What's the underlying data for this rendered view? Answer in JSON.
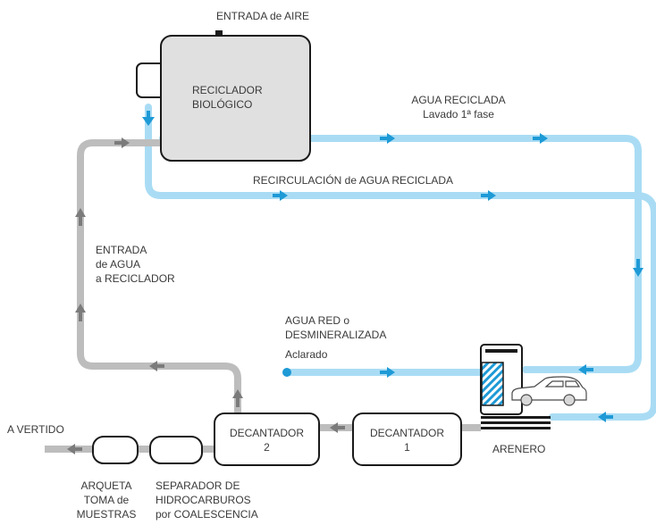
{
  "colors": {
    "water": "#a9dcf4",
    "arrow_blue": "#1e9ad6",
    "gray_pipe": "#bdbdbd",
    "arrow_gray": "#7b7b7b",
    "box_fill": "#e0e0e0",
    "outline": "#1a1a1a",
    "text": "#3a3a3a"
  },
  "labels": {
    "air_inlet": "ENTRADA de AIRE",
    "recycler": [
      "RECICLADOR",
      "BIOLÓGICO"
    ],
    "recycled_water": [
      "AGUA RECICLADA",
      "Lavado 1ª fase"
    ],
    "recirculation": "RECIRCULACIÓN de AGUA RECICLADA",
    "water_inlet": [
      "ENTRADA",
      "de AGUA",
      "a RECICLADOR"
    ],
    "mains_water": [
      "AGUA RED o",
      "DESMINERALIZADA"
    ],
    "rinse": "Aclarado",
    "decanter2": [
      "DECANTADOR",
      "2"
    ],
    "decanter1": [
      "DECANTADOR",
      "1"
    ],
    "sand_trap": "ARENERO",
    "to_drain": "A VERTIDO",
    "sampling_box": [
      "ARQUETA",
      "TOMA de",
      "MUESTRAS"
    ],
    "separator": [
      "SEPARADOR DE",
      "HIDROCARBUROS",
      "por COALESCENCIA"
    ]
  },
  "icons": {
    "car": "car-icon",
    "wash_bay": "car-wash-bay-icon"
  }
}
